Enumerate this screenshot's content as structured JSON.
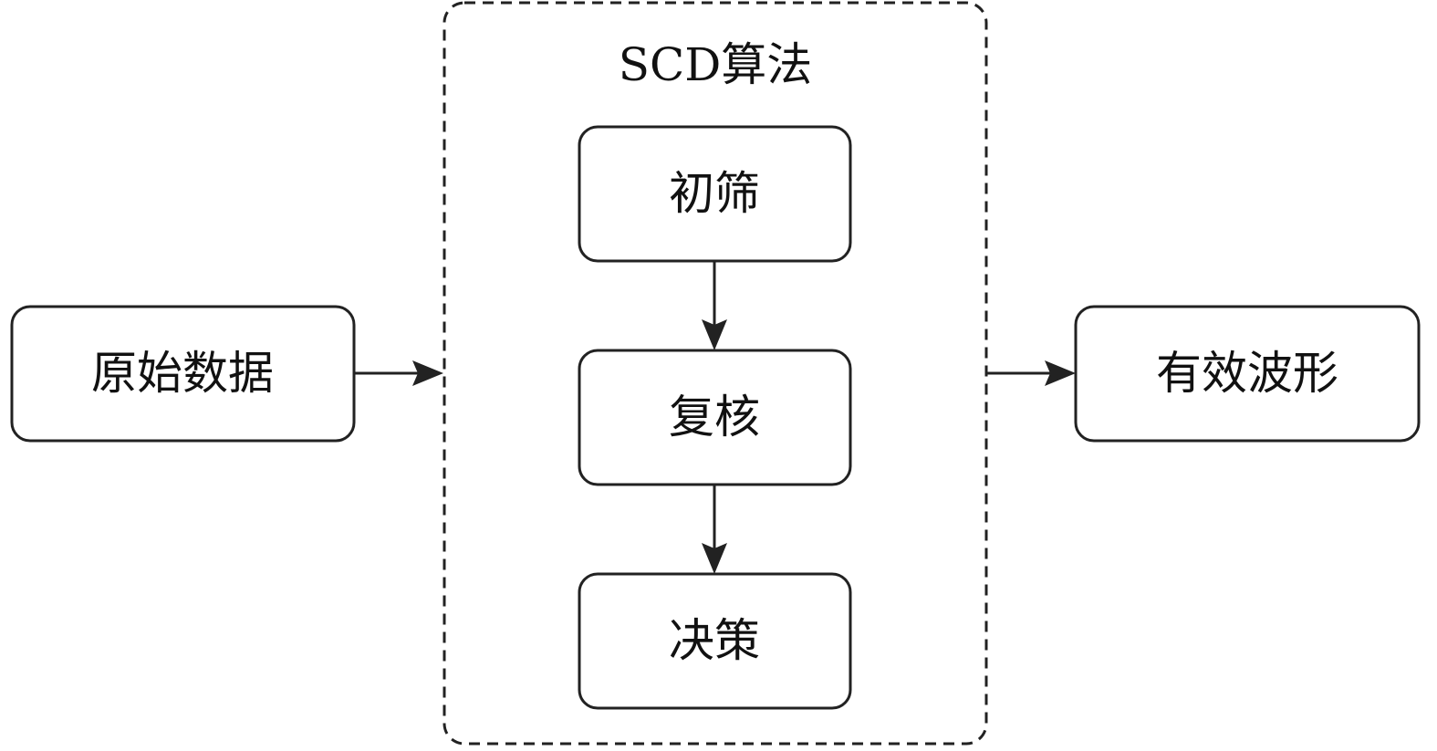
{
  "colors": {
    "stroke": "#222222",
    "text": "#111111",
    "background": "#ffffff"
  },
  "group": {
    "label": "SCD算法",
    "style": "dashed"
  },
  "nodes": {
    "input": {
      "label": "原始数据"
    },
    "screening": {
      "label": "初筛"
    },
    "review": {
      "label": "复核"
    },
    "decision": {
      "label": "决策"
    },
    "output": {
      "label": "有效波形"
    }
  },
  "edges": [
    {
      "from": "input",
      "to": "group"
    },
    {
      "from": "screening",
      "to": "review"
    },
    {
      "from": "review",
      "to": "decision"
    },
    {
      "from": "group",
      "to": "output"
    }
  ]
}
